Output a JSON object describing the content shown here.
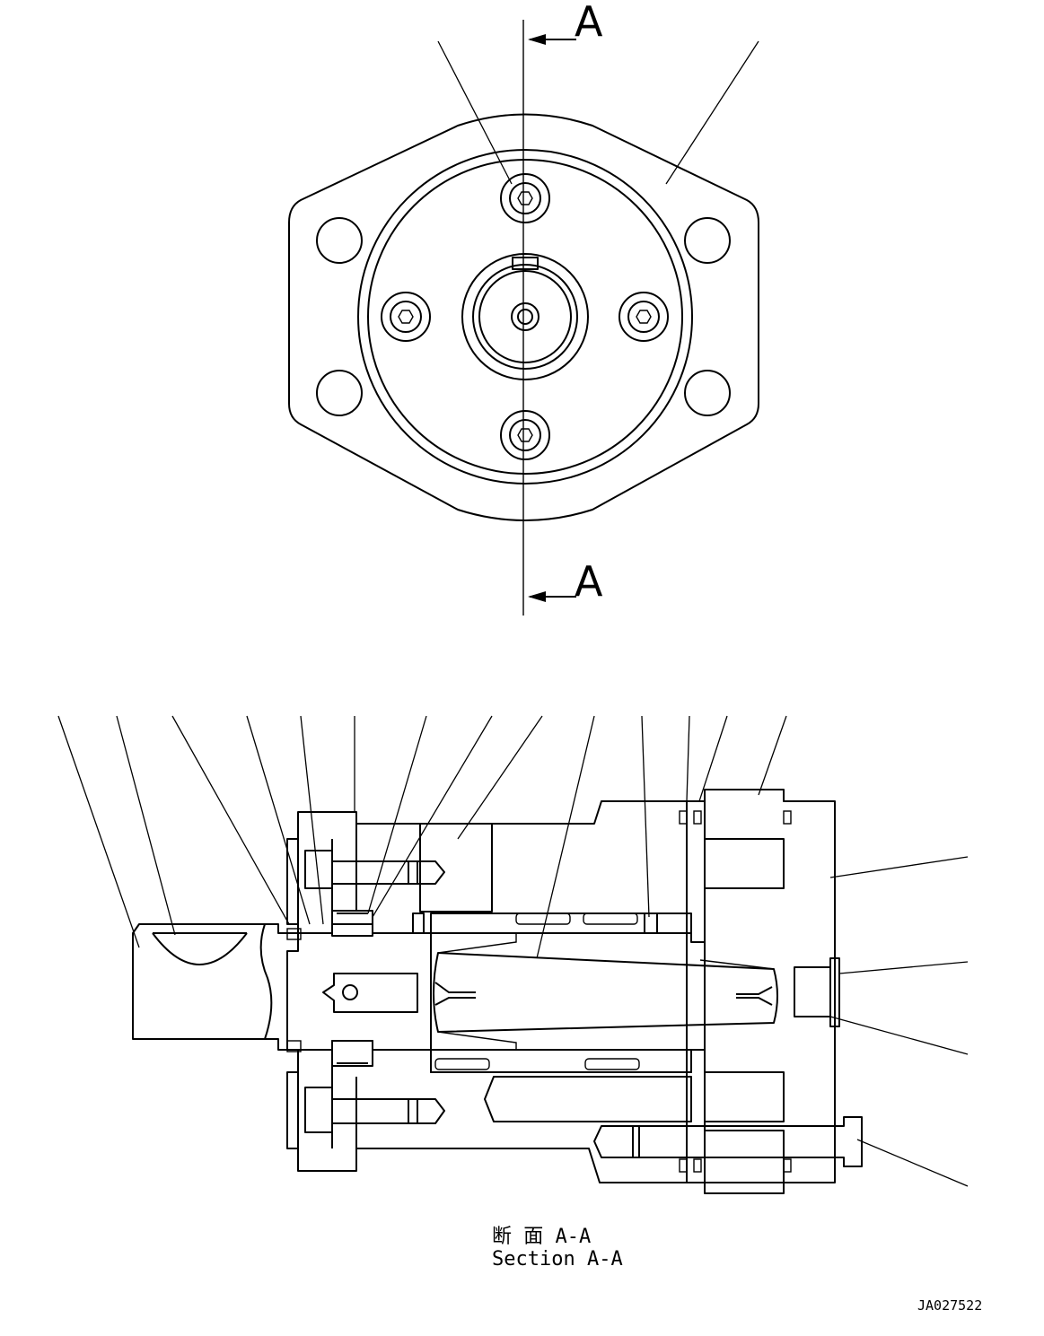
{
  "section_marker_top": "A",
  "section_marker_bottom": "A",
  "caption_jp": "断 面 A-A",
  "caption_en": "Section A-A",
  "drawing_code": "JA027522"
}
